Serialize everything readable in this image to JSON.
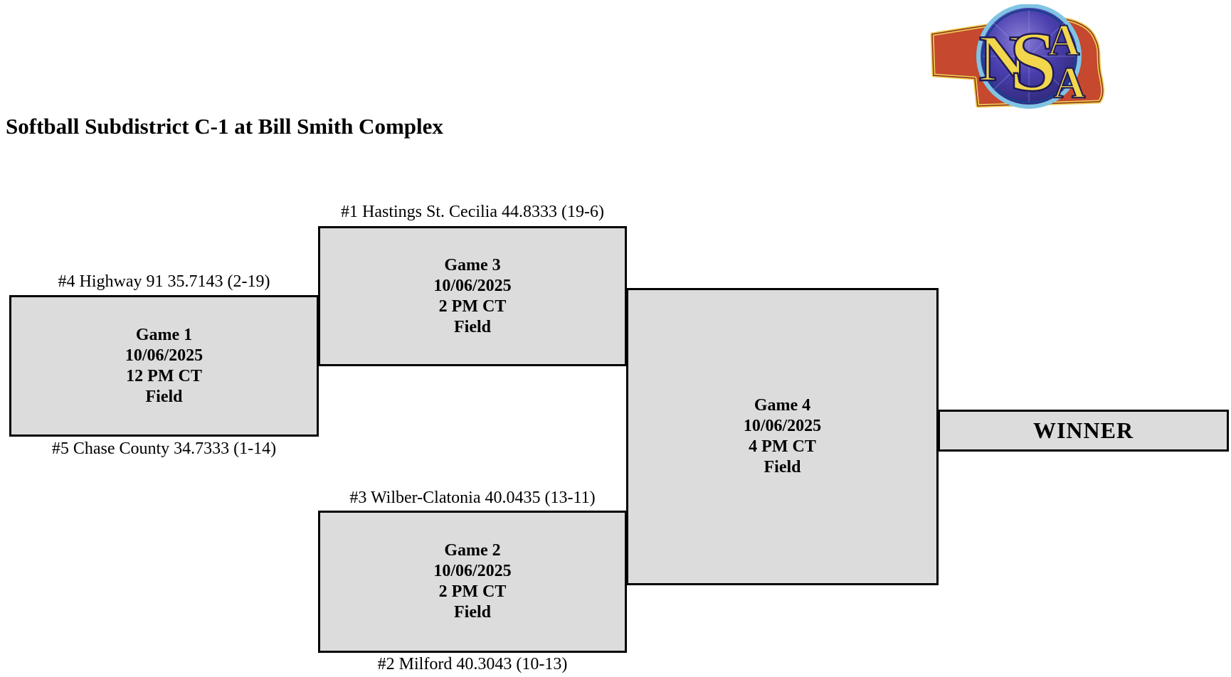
{
  "page": {
    "title": "Softball Subdistrict C-1 at Bill Smith Complex"
  },
  "logo": {
    "name": "NSAA",
    "letters": {
      "l1": "N",
      "l2": "S",
      "l3": "A",
      "l4": "A"
    },
    "colors": {
      "state_fill": "#c5482f",
      "state_outline": "#ecca52",
      "circle_ring": "#7fc4e4",
      "circle_center": "#8b7fd6",
      "circle_edge": "#272268",
      "letter_fill": "#f2d64b",
      "letter_outline": "#1e1a55"
    }
  },
  "bracket": {
    "game1": {
      "title": "Game 1",
      "date": "10/06/2025",
      "time": "12 PM CT",
      "venue": "Field",
      "top_label": "#4 Highway 91 35.7143 (2-19)",
      "bottom_label": "#5 Chase County 34.7333 (1-14)"
    },
    "game3": {
      "title": "Game 3",
      "date": "10/06/2025",
      "time": "2 PM CT",
      "venue": "Field",
      "top_label": "#1 Hastings St. Cecilia 44.8333 (19-6)"
    },
    "game2": {
      "title": "Game 2",
      "date": "10/06/2025",
      "time": "2 PM CT",
      "venue": "Field",
      "top_label": "#3 Wilber-Clatonia 40.0435 (13-11)",
      "bottom_label": "#2 Milford 40.3043 (10-13)"
    },
    "game4": {
      "title": "Game 4",
      "date": "10/06/2025",
      "time": "4 PM CT",
      "venue": "Field"
    },
    "winner_label": "WINNER"
  },
  "colors": {
    "page_background": "#ffffff",
    "box_fill": "#dcdcdc",
    "box_border": "#000000",
    "text": "#000000"
  }
}
